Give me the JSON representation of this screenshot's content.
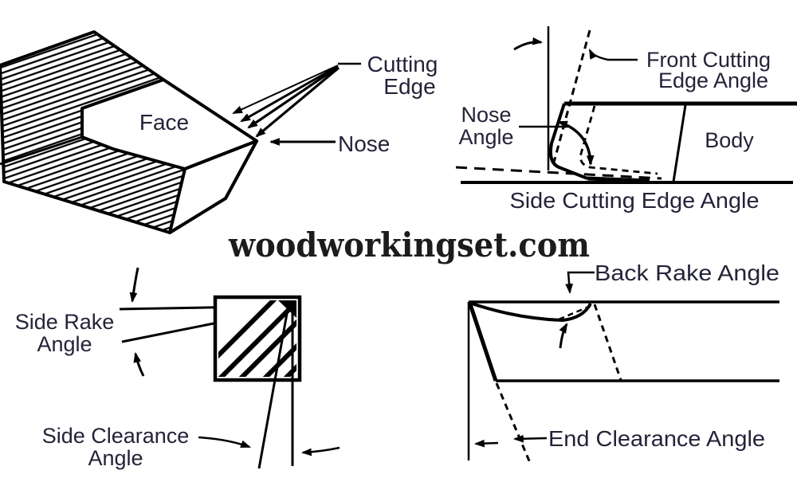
{
  "colors": {
    "background": "#ffffff",
    "line": "#000000",
    "label": "#232339",
    "watermark": "#1c1c1c"
  },
  "watermark": {
    "text": "woodworkingset.com"
  },
  "perspective_view": {
    "face": "Face",
    "cutting_edge_1": "Cutting",
    "cutting_edge_2": "Edge",
    "nose": "Nose"
  },
  "top_view": {
    "front_cutting_edge_angle_1": "Front Cutting",
    "front_cutting_edge_angle_2": "Edge Angle",
    "nose_angle_1": "Nose",
    "nose_angle_2": "Angle",
    "body": "Body",
    "side_cutting_edge_angle": "Side Cutting Edge Angle"
  },
  "end_view": {
    "side_rake_angle_1": "Side Rake",
    "side_rake_angle_2": "Angle",
    "side_clearance_angle_1": "Side Clearance",
    "side_clearance_angle_2": "Angle"
  },
  "side_view": {
    "back_rake_angle": "Back Rake Angle",
    "end_clearance_angle": "End Clearance Angle"
  }
}
